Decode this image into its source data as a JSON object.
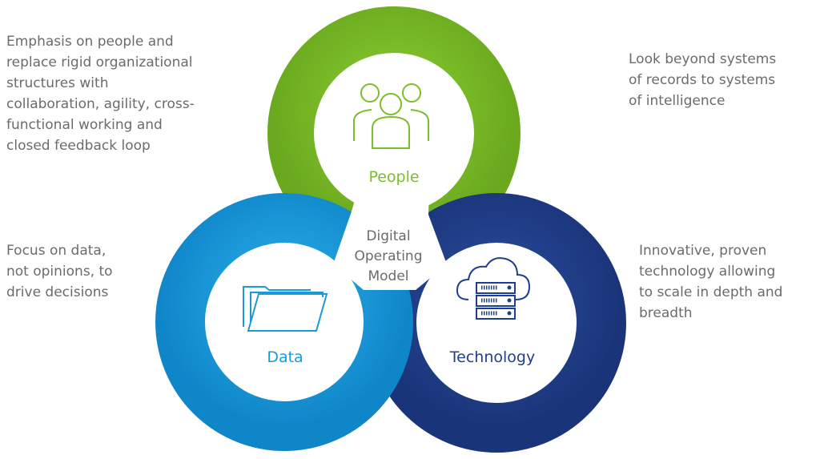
{
  "descriptions": {
    "people": "Emphasis on people and\nreplace rigid organizational\nstructures with\ncollaboration, agility, cross-\nfunctional working and\nclosed feedback loop",
    "technology_top": "Look beyond systems\nof records to systems\nof intelligence",
    "data": "Focus on data,\nnot opinions, to\ndrive decisions",
    "technology": "Innovative, proven\ntechnology allowing\nto scale in depth and\nbreadth"
  },
  "rings": {
    "people": {
      "label": "People",
      "color": "#7dbd2a",
      "icon": "people-group-icon"
    },
    "data": {
      "label": "Data",
      "color": "#1a9ad9",
      "icon": "folders-icon"
    },
    "technology": {
      "label": "Technology",
      "color": "#1f3f8c",
      "icon": "cloud-server-icon"
    }
  },
  "center": {
    "label": "Digital\nOperating\nModel"
  }
}
